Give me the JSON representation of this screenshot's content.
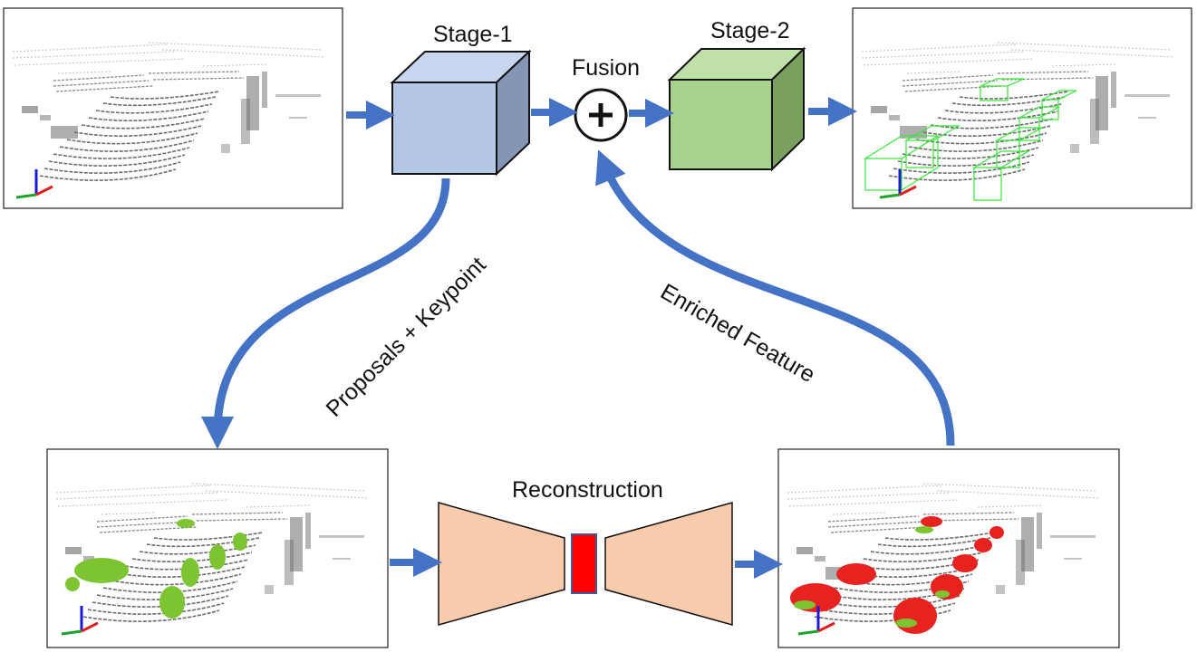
{
  "labels": {
    "stage1": "Stage-1",
    "stage2": "Stage-2",
    "fusion": "Fusion",
    "reconstruction": "Reconstruction",
    "proposals_keypoint": "Proposals + Keypoint",
    "enriched_feature": "Enriched Feature"
  },
  "colors": {
    "arrow": "#4472c4",
    "stage1_fill": "#b4c7e7",
    "stage2_fill": "#a9d18e",
    "encoder_fill": "#f8cbad",
    "bottleneck_fill": "#ff0000",
    "points_gray": "#6b6b6b",
    "keypoints_green": "#7cc431",
    "reconstructed_red": "#e8231f",
    "box_green": "#39e639"
  },
  "icons": [
    "plus-circle-icon",
    "axis-gizmo-icon"
  ]
}
